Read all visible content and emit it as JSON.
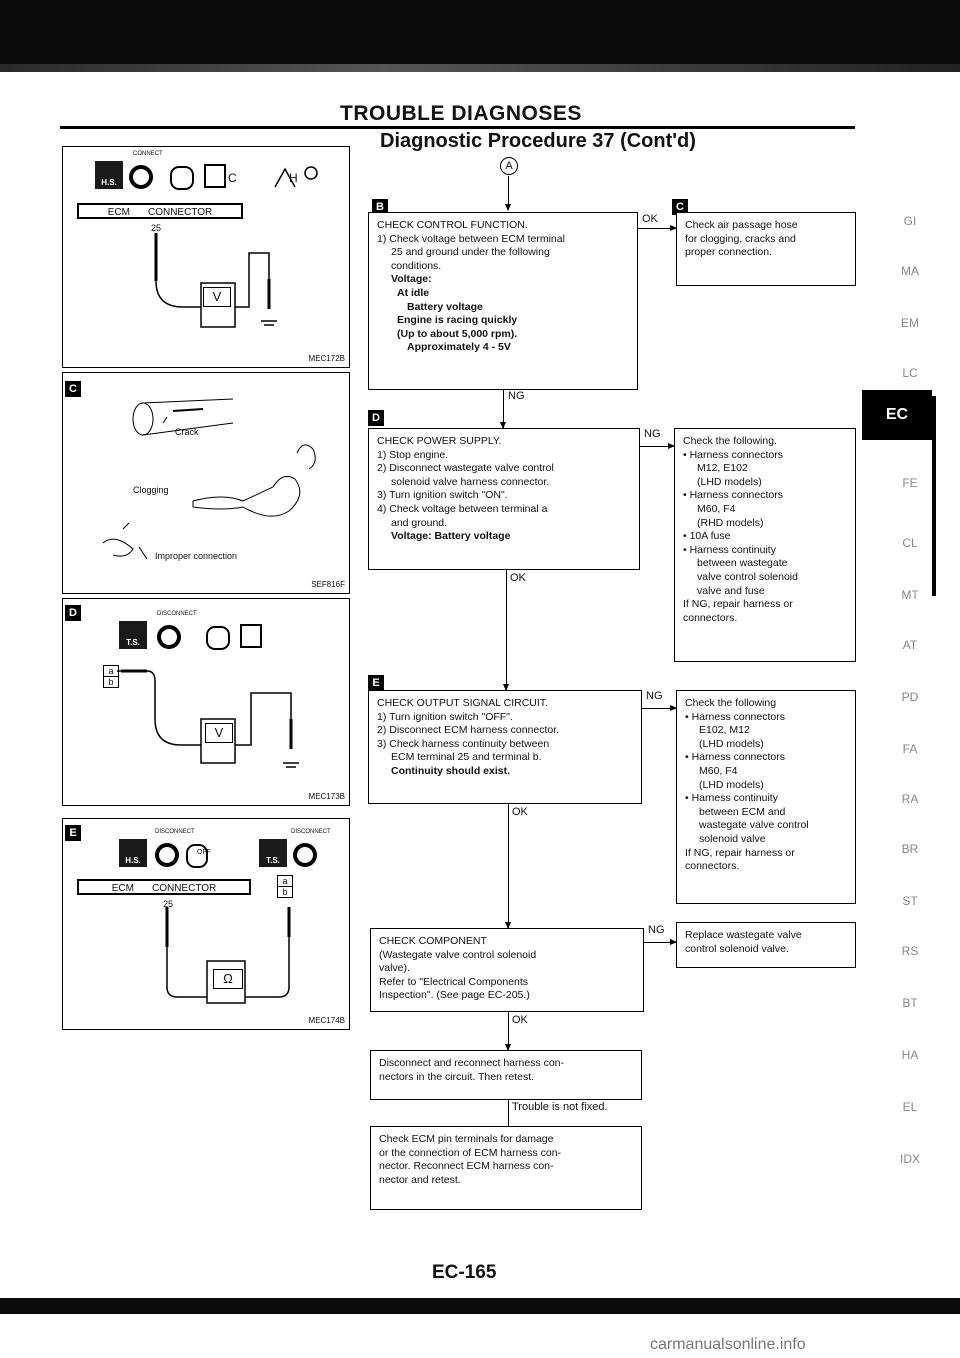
{
  "header": {
    "title": "TROUBLE DIAGNOSES",
    "subtitle": "Diagnostic Procedure 37 (Cont'd)",
    "entry": "A"
  },
  "steps": {
    "B": {
      "tag": "B",
      "lines": [
        "CHECK CONTROL FUNCTION.",
        "1) Check voltage between ECM terminal",
        "25 and ground under the following",
        "conditions.",
        "Voltage:",
        "At idle",
        "Battery voltage",
        "Engine is racing quickly",
        "(Up to about 5,000 rpm).",
        "Approximately 4 - 5V"
      ]
    },
    "C": {
      "tag": "C",
      "lines": [
        "Check air passage hose",
        "for clogging, cracks and",
        "proper connection."
      ]
    },
    "D": {
      "tag": "D",
      "lines": [
        "CHECK POWER SUPPLY.",
        "1) Stop engine.",
        "2) Disconnect wastegate valve control",
        "solenoid valve harness connector.",
        "3) Turn ignition switch \"ON\".",
        "4) Check voltage between terminal a",
        "and ground.",
        "Voltage: Battery voltage"
      ]
    },
    "D_ng": {
      "lines": [
        "Check the following.",
        "• Harness connectors",
        "M12, E102",
        "(LHD models)",
        "• Harness connectors",
        "M60, F4",
        "(RHD models)",
        "• 10A fuse",
        "• Harness continuity",
        "between wastegate",
        "valve control solenoid",
        "valve and fuse",
        "If NG, repair harness or",
        "connectors."
      ]
    },
    "E": {
      "tag": "E",
      "lines": [
        "CHECK OUTPUT SIGNAL CIRCUIT.",
        "1) Turn ignition switch \"OFF\".",
        "2) Disconnect ECM harness connector.",
        "3) Check harness continuity between",
        "ECM terminal 25 and terminal b.",
        "Continuity should exist."
      ]
    },
    "E_ng": {
      "lines": [
        "Check the following",
        "• Harness connectors",
        "E102, M12",
        "(LHD models)",
        "• Harness connectors",
        "M60, F4",
        "(LHD models)",
        "• Harness continuity",
        "between ECM and",
        "wastegate valve control",
        "solenoid valve",
        "If NG, repair harness or",
        "connectors."
      ]
    },
    "component": {
      "lines": [
        "CHECK COMPONENT",
        "(Wastegate valve control solenoid",
        "valve).",
        "Refer to \"Electrical Components",
        "Inspection\". (See page EC-205.)"
      ]
    },
    "component_ng": {
      "lines": [
        "Replace wastegate valve",
        "control solenoid valve."
      ]
    },
    "disconnect": {
      "lines": [
        "Disconnect and reconnect harness con-",
        "nectors in the circuit. Then retest."
      ]
    },
    "final": {
      "lines": [
        "Check ECM pin terminals for damage",
        "or the connection of ECM harness con-",
        "nector. Reconnect ECM harness con-",
        "nector and retest."
      ]
    }
  },
  "flow_labels": {
    "ok": "OK",
    "ng": "NG",
    "not_fixed": "Trouble is not fixed."
  },
  "panels": {
    "B": {
      "tag": "B",
      "code": "MEC172B",
      "connect": "CONNECT",
      "ecm": "ECM",
      "connector": "CONNECTOR",
      "pin": "25",
      "meter": "V",
      "hs": "H.S.",
      "c_letter": "C",
      "h_letter": "H"
    },
    "C": {
      "tag": "C",
      "code": "SEF816F",
      "crack": "Crack",
      "clogging": "Clogging",
      "improper": "Improper connection"
    },
    "D": {
      "tag": "D",
      "code": "MEC173B",
      "disconnect": "DISCONNECT",
      "a": "a",
      "b": "b",
      "meter": "V",
      "ts": "T.S."
    },
    "E": {
      "tag": "E",
      "code": "MEC174B",
      "disconnect1": "DISCONNECT",
      "disconnect2": "DISCONNECT",
      "ecm": "ECM",
      "connector": "CONNECTOR",
      "pin": "25",
      "a": "a",
      "b": "b",
      "meter": "Ω",
      "hs": "H.S.",
      "ts": "T.S.",
      "off": "OFF"
    }
  },
  "side_tabs": {
    "active": "EC",
    "items": [
      "GI",
      "MA",
      "EM",
      "LC",
      "FE",
      "CL",
      "MT",
      "AT",
      "PD",
      "FA",
      "RA",
      "BR",
      "ST",
      "RS",
      "BT",
      "HA",
      "EL",
      "IDX"
    ]
  },
  "footer": {
    "page": "EC-165"
  },
  "watermark": "carmanualsonline.info"
}
